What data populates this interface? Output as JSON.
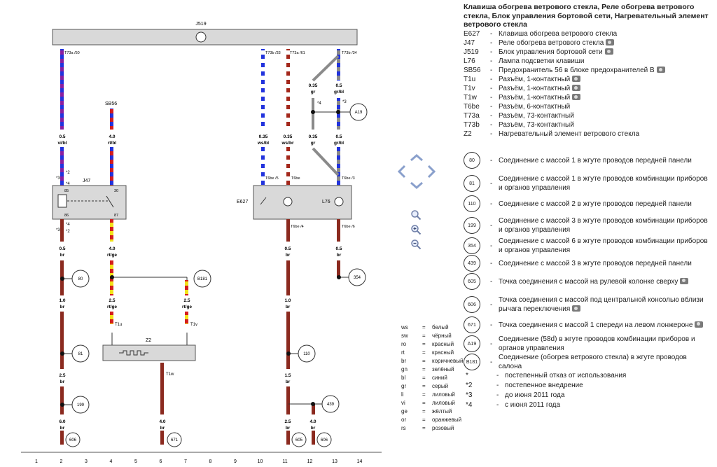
{
  "title": "Клавиша обогрева ветрового стекла, Реле обогрева ветрового стекла, Блок управления бортовой сети, Нагревательный элемент ветрового стекла",
  "components": [
    {
      "code": "E627",
      "text": "Клавиша обогрева ветрового стекла",
      "photo": false
    },
    {
      "code": "J47",
      "text": "Реле обогрева ветрового стекла",
      "photo": true
    },
    {
      "code": "J519",
      "text": "Блок управления бортовой сети",
      "photo": true
    },
    {
      "code": "L76",
      "text": "Лампа подсветки клавиши",
      "photo": false
    },
    {
      "code": "SB56",
      "text": "Предохранитель 56 в блоке предохранителей B",
      "photo": true
    },
    {
      "code": "T1u",
      "text": "Разъём, 1-контактный",
      "photo": true
    },
    {
      "code": "T1v",
      "text": "Разъём, 1-контактный",
      "photo": true
    },
    {
      "code": "T1w",
      "text": "Разъём, 1-контактный",
      "photo": true
    },
    {
      "code": "T6be",
      "text": "Разъём, 6-контактный",
      "photo": false
    },
    {
      "code": "T73a",
      "text": "Разъём, 73-контактный",
      "photo": false
    },
    {
      "code": "T73b",
      "text": "Разъём, 73-контактный",
      "photo": false
    },
    {
      "code": "Z2",
      "text": "Нагревательный элемент ветрового стекла",
      "photo": false
    }
  ],
  "grounds": [
    {
      "num": "80",
      "text": "Соединение с массой 1 в жгуте проводов передней панели",
      "photo": false
    },
    {
      "num": "81",
      "text": "Соединение с массой 1 в жгуте проводов комбинации приборов и органов управления",
      "photo": false
    },
    {
      "num": "110",
      "text": "Соединение с массой 2 в жгуте проводов передней панели",
      "photo": false
    },
    {
      "num": "199",
      "text": "Соединение с массой 3 в жгуте проводов комбинации приборов и органов управления",
      "photo": false
    },
    {
      "num": "354",
      "text": "Соединение с массой 6 в жгуте проводов комбинации приборов и органов управления",
      "photo": false
    },
    {
      "num": "439",
      "text": "Соединение с массой 3 в жгуте проводов передней панели",
      "photo": false
    },
    {
      "num": "605",
      "text": "Точка соединения с массой на рулевой колонке сверху",
      "photo": true
    },
    {
      "num": "606",
      "text": "Точка соединения с массой под центральной консолью вблизи рычага переключения",
      "photo": true
    },
    {
      "num": "671",
      "text": "Точка соединения с массой 1 спереди на левом лонжероне",
      "photo": true
    },
    {
      "num": "A19",
      "text": "Соединение (58d) в жгуте проводов комбинации приборов и органов управления",
      "photo": false
    },
    {
      "num": "B181",
      "text": "Соединение (обогрев ветрового стекла) в жгуте проводов салона",
      "photo": false
    }
  ],
  "wire_colors": [
    {
      "code": "ws",
      "name": "белый"
    },
    {
      "code": "sw",
      "name": "чёрный"
    },
    {
      "code": "ro",
      "name": "красный"
    },
    {
      "code": "rt",
      "name": "красный"
    },
    {
      "code": "br",
      "name": "коричневый"
    },
    {
      "code": "gn",
      "name": "зелёный"
    },
    {
      "code": "bl",
      "name": "синий"
    },
    {
      "code": "gr",
      "name": "серый"
    },
    {
      "code": "li",
      "name": "лиловый"
    },
    {
      "code": "vi",
      "name": "лиловый"
    },
    {
      "code": "ge",
      "name": "жёлтый"
    },
    {
      "code": "or",
      "name": "оранжевый"
    },
    {
      "code": "rs",
      "name": "розовый"
    }
  ],
  "color_eq": "=",
  "dash": "-",
  "footnotes": [
    {
      "mark": "*",
      "text": "постепенный отказ от использования"
    },
    {
      "mark": "*2",
      "text": "постепенное внедрение"
    },
    {
      "mark": "*3",
      "text": "до июня 2011 года"
    },
    {
      "mark": "*4",
      "text": "с июня 2011 года"
    }
  ],
  "diagram": {
    "j519": "J519",
    "sb56": "SB56",
    "j47": "J47",
    "e627": "E627",
    "l76": "L76",
    "z2": "Z2",
    "t1u": "T1u",
    "t1v": "T1v",
    "t1w": "T1w",
    "pins_top": [
      "T73a /50",
      "T73b /33",
      "T73a /61",
      "T73b /34"
    ],
    "j47_pins": [
      "85",
      "30",
      "86",
      "87"
    ],
    "t6be_pins": [
      "T6be /5",
      "T6be /3",
      "T6be /4",
      "T6be /6"
    ],
    "t6be_top": "T6be",
    "wires": [
      {
        "id": "w1",
        "size": "0.5",
        "color": "vi/bl"
      },
      {
        "id": "w2",
        "size": "4.0",
        "color": "rt/bl"
      },
      {
        "id": "w3",
        "size": "0.35",
        "color": "ws/bl"
      },
      {
        "id": "w4",
        "size": "0.35",
        "color": "ws/br"
      },
      {
        "id": "w5a",
        "size": "0.35",
        "color": "gr"
      },
      {
        "id": "w5b",
        "size": "0.5",
        "color": "gr/bl"
      },
      {
        "id": "w5c",
        "size": "0.35",
        "color": "gr"
      },
      {
        "id": "w5d",
        "size": "0.5",
        "color": "gr/bl"
      },
      {
        "id": "w6",
        "size": "0.5",
        "color": "br"
      },
      {
        "id": "w7",
        "size": "4.0",
        "color": "rt/ge"
      },
      {
        "id": "w8",
        "size": "0.5",
        "color": "br"
      },
      {
        "id": "w9",
        "size": "0.5",
        "color": "br"
      },
      {
        "id": "w10",
        "size": "1.0",
        "color": "br"
      },
      {
        "id": "w11",
        "size": "2.5",
        "color": "rt/ge"
      },
      {
        "id": "w12",
        "size": "2.5",
        "color": "rt/ge"
      },
      {
        "id": "w13",
        "size": "1.0",
        "color": "br"
      },
      {
        "id": "w14",
        "size": "2.5",
        "color": "br"
      },
      {
        "id": "w15",
        "size": "1.5",
        "color": "br"
      },
      {
        "id": "w16",
        "size": "6.0",
        "color": "br"
      },
      {
        "id": "w17",
        "size": "4.0",
        "color": "br"
      },
      {
        "id": "w18",
        "size": "2.5",
        "color": "br"
      },
      {
        "id": "w19",
        "size": "4.0",
        "color": "br"
      }
    ],
    "ground_labels": [
      "80",
      "81",
      "199",
      "606",
      "B181",
      "110",
      "354",
      "439",
      "605",
      "606",
      "671",
      "A19"
    ],
    "star_labels": [
      "*2",
      "*3",
      "*4",
      "*3",
      "*4",
      "*2",
      "*3",
      "*4"
    ],
    "rail": [
      "1",
      "2",
      "3",
      "4",
      "5",
      "6",
      "7",
      "8",
      "9",
      "10",
      "11",
      "12",
      "13",
      "14"
    ]
  },
  "colors": {
    "box_fill": "#d9d9d9",
    "brown": "#8b2a1f",
    "red": "#d41e1e",
    "blue": "#2233dd",
    "violet": "#8a1ea0",
    "yellow": "#f2e21a",
    "gray": "#8a8a8a",
    "nav": "#8aa0cc"
  }
}
